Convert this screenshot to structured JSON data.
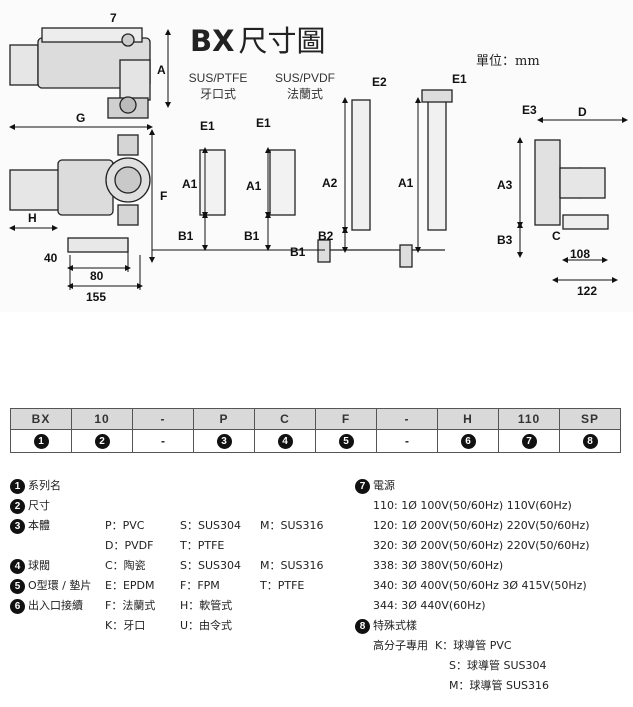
{
  "header": {
    "title_code": "BX",
    "title_cjk": "尺寸圖",
    "unit": "單位：mm"
  },
  "materials": {
    "pt": [
      "SUS/PTFE",
      "牙口式"
    ],
    "pvdf": [
      "SUS/PVDF",
      "法蘭式"
    ]
  },
  "dims": {
    "d7": "7",
    "dA": "A",
    "dG": "G",
    "dF": "F",
    "dH": "H",
    "d40": "40",
    "d80": "80",
    "d155": "155",
    "dE1": "E1",
    "dE2": "E2",
    "dE3": "E3",
    "dD": "D",
    "dA1": "A1",
    "dA2": "A2",
    "dA3": "A3",
    "dB1": "B1",
    "dB2": "B2",
    "dB3": "B3",
    "dC": "C",
    "d108": "108",
    "d122": "122"
  },
  "code_table": {
    "header": [
      "BX",
      "10",
      "-",
      "P",
      "C",
      "F",
      "-",
      "H",
      "110",
      "SP"
    ],
    "numbers": [
      "1",
      "2",
      "-",
      "3",
      "4",
      "5",
      "-",
      "6",
      "7",
      "8"
    ]
  },
  "legend_left": [
    {
      "num": "1",
      "label": "系列名",
      "opts": []
    },
    {
      "num": "2",
      "label": "尺寸",
      "opts": []
    },
    {
      "num": "3",
      "label": "本體",
      "opts": [
        "P：PVC",
        "S：SUS304",
        "M：SUS316"
      ]
    },
    {
      "num": "",
      "label": "",
      "opts": [
        "D：PVDF",
        "T：PTFE",
        ""
      ]
    },
    {
      "num": "4",
      "label": "球閥",
      "opts": [
        "C：陶瓷",
        "S：SUS304",
        "M：SUS316"
      ]
    },
    {
      "num": "5",
      "label": "O型環 / 墊片",
      "opts": [
        "E：EPDM",
        "F：FPM",
        "T：PTFE"
      ]
    },
    {
      "num": "6",
      "label": "出入口接續",
      "opts": [
        "F：法蘭式",
        "H：軟管式",
        ""
      ]
    },
    {
      "num": "",
      "label": "",
      "opts": [
        "K：牙口",
        "U：由令式",
        ""
      ]
    }
  ],
  "legend_right": {
    "power_num": "7",
    "power_title": "電源",
    "power": [
      "110: 1Ø 100V(50/60Hz)  110V(60Hz)",
      "120: 1Ø 200V(50/60Hz)  220V(50/60Hz)",
      "320: 3Ø 200V(50/60Hz)  220V(50/60Hz)",
      "338: 3Ø 380V(50/60Hz)",
      "340: 3Ø 400V(50/60Hz   3Ø 415V(50Hz)",
      "344: 3Ø 440V(60Hz)"
    ],
    "special_num": "8",
    "special_title": "特殊式樣",
    "special_prefix": "高分子專用",
    "special": [
      "K：球導管 PVC",
      "S：球導管 SUS304",
      "M：球導管 SUS316"
    ]
  }
}
